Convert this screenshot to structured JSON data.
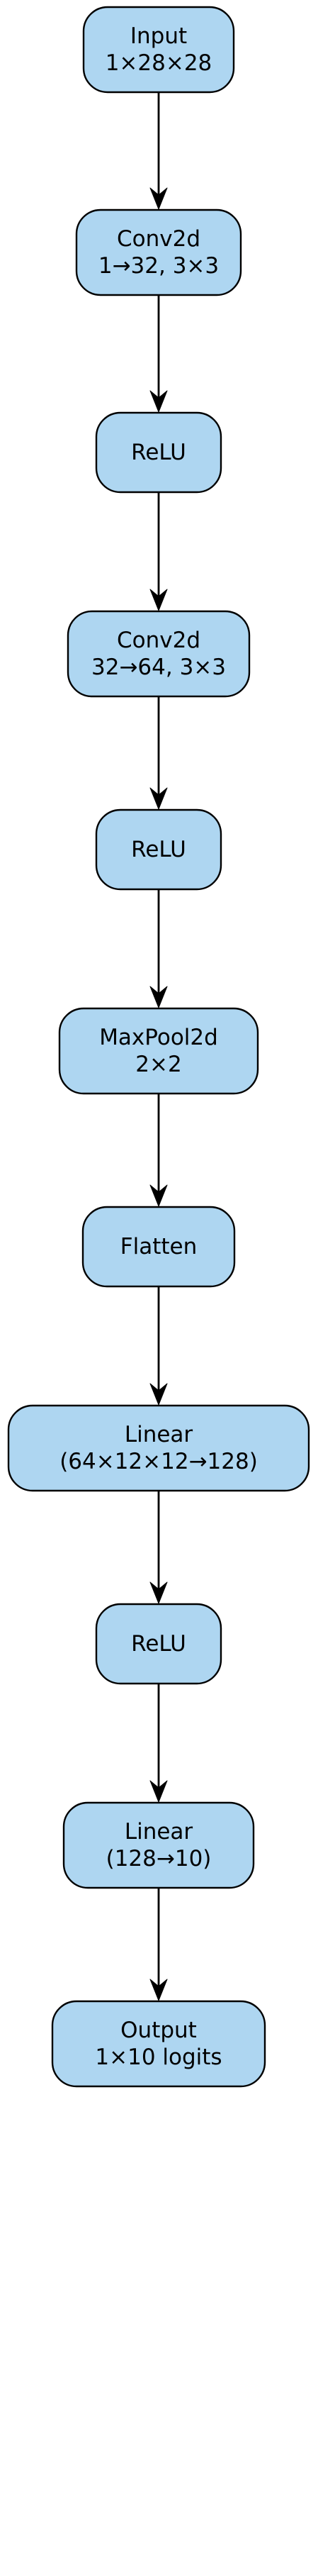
{
  "diagram": {
    "colors": {
      "node_fill": "#aed6f1",
      "node_stroke": "#000000",
      "edge": "#000000",
      "background": "#ffffff"
    },
    "nodes": [
      {
        "id": "input",
        "lines": [
          "Input",
          "1×28×28"
        ]
      },
      {
        "id": "conv2d-1",
        "lines": [
          "Conv2d",
          "1→32, 3×3"
        ]
      },
      {
        "id": "relu-1",
        "lines": [
          "ReLU"
        ]
      },
      {
        "id": "conv2d-2",
        "lines": [
          "Conv2d",
          "32→64, 3×3"
        ]
      },
      {
        "id": "relu-2",
        "lines": [
          "ReLU"
        ]
      },
      {
        "id": "maxpool",
        "lines": [
          "MaxPool2d",
          "2×2"
        ]
      },
      {
        "id": "flatten",
        "lines": [
          "Flatten"
        ]
      },
      {
        "id": "linear-1",
        "lines": [
          "Linear",
          "(64×12×12→128)"
        ]
      },
      {
        "id": "relu-3",
        "lines": [
          "ReLU"
        ]
      },
      {
        "id": "linear-2",
        "lines": [
          "Linear",
          "(128→10)"
        ]
      },
      {
        "id": "output",
        "lines": [
          "Output",
          "1×10 logits"
        ]
      }
    ],
    "edges": [
      [
        "input",
        "conv2d-1"
      ],
      [
        "conv2d-1",
        "relu-1"
      ],
      [
        "relu-1",
        "conv2d-2"
      ],
      [
        "conv2d-2",
        "relu-2"
      ],
      [
        "relu-2",
        "maxpool"
      ],
      [
        "maxpool",
        "flatten"
      ],
      [
        "flatten",
        "linear-1"
      ],
      [
        "linear-1",
        "relu-3"
      ],
      [
        "relu-3",
        "linear-2"
      ],
      [
        "linear-2",
        "output"
      ]
    ]
  }
}
